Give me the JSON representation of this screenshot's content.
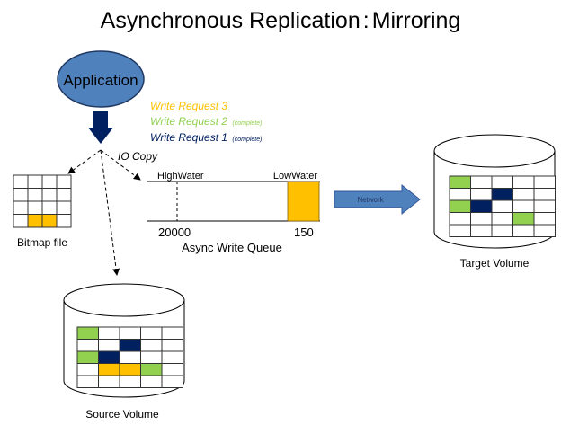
{
  "title": "Asynchronous Replication : Mirroring",
  "title_left": "Asynchronous Replication",
  "title_sep": ":",
  "title_right": "Mirroring",
  "application": {
    "label": "Application",
    "fill": "#4f81bd",
    "stroke": "#1f3864"
  },
  "write_requests": [
    {
      "label": "Write Request 3",
      "note": "",
      "color": "#ffc000"
    },
    {
      "label": "Write Request 2",
      "note": "(complete)",
      "color": "#92d050"
    },
    {
      "label": "Write Request 1",
      "note": "(complete)",
      "color": "#002060"
    }
  ],
  "io_copy_label": "IO Copy",
  "bitmap": {
    "label": "Bitmap file",
    "rows": 4,
    "cols": 4,
    "filled_cells": [
      {
        "row": 3,
        "col": 1,
        "color": "#ffc000"
      },
      {
        "row": 3,
        "col": 2,
        "color": "#ffc000"
      }
    ]
  },
  "queue": {
    "label": "Async Write Queue",
    "high_water_label": "HighWater",
    "low_water_label": "LowWater",
    "high_water_value": "20000",
    "low_water_value": "150",
    "fill_color": "#ffc000"
  },
  "network": {
    "label": "Network",
    "fill": "#4f81bd"
  },
  "target_volume": {
    "label": "Target Volume",
    "rows": 5,
    "cols": 5,
    "filled_cells": [
      {
        "row": 0,
        "col": 0,
        "color": "#92d050"
      },
      {
        "row": 1,
        "col": 2,
        "color": "#002060"
      },
      {
        "row": 2,
        "col": 0,
        "color": "#92d050"
      },
      {
        "row": 2,
        "col": 1,
        "color": "#002060"
      },
      {
        "row": 3,
        "col": 3,
        "color": "#92d050"
      }
    ]
  },
  "source_volume": {
    "label": "Source Volume",
    "rows": 5,
    "cols": 5,
    "filled_cells": [
      {
        "row": 0,
        "col": 0,
        "color": "#92d050"
      },
      {
        "row": 1,
        "col": 2,
        "color": "#002060"
      },
      {
        "row": 2,
        "col": 0,
        "color": "#92d050"
      },
      {
        "row": 2,
        "col": 1,
        "color": "#002060"
      },
      {
        "row": 3,
        "col": 1,
        "color": "#ffc000"
      },
      {
        "row": 3,
        "col": 2,
        "color": "#ffc000"
      },
      {
        "row": 3,
        "col": 3,
        "color": "#92d050"
      }
    ]
  },
  "colors": {
    "dark_blue": "#002060",
    "green": "#92d050",
    "amber": "#ffc000",
    "blue": "#4f81bd"
  }
}
